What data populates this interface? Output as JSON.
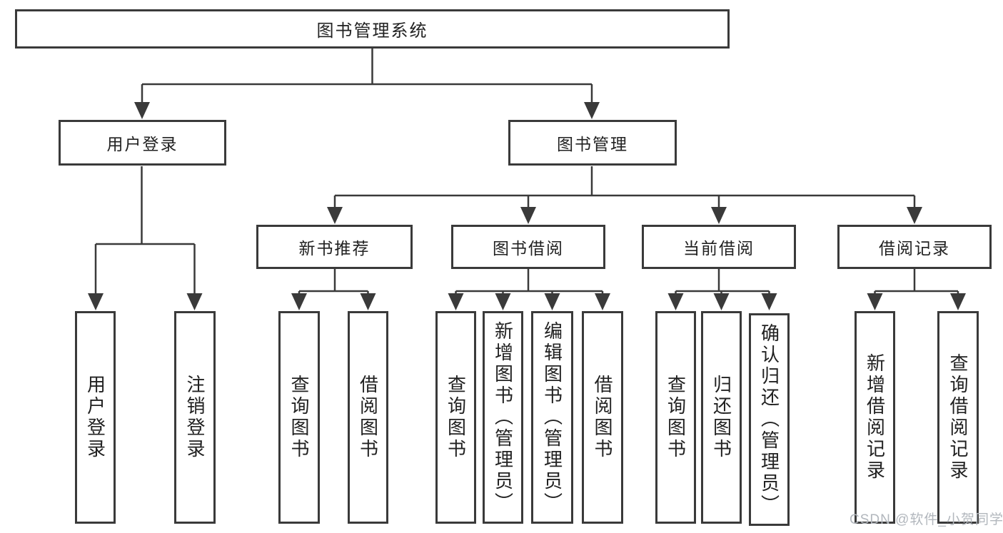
{
  "tree": {
    "root": "图书管理系统",
    "branches": [
      {
        "label": "用户登录",
        "children": [
          {
            "label": "用户登录"
          },
          {
            "label": "注销登录"
          }
        ]
      },
      {
        "label": "图书管理",
        "sections": [
          {
            "label": "新书推荐",
            "children": [
              {
                "label": "查询图书"
              },
              {
                "label": "借阅图书"
              }
            ]
          },
          {
            "label": "图书借阅",
            "children": [
              {
                "label": "查询图书"
              },
              {
                "label": "新增图书（管理员）"
              },
              {
                "label": "编辑图书（管理员）"
              },
              {
                "label": "借阅图书"
              }
            ]
          },
          {
            "label": "当前借阅",
            "children": [
              {
                "label": "查询图书"
              },
              {
                "label": "归还图书"
              },
              {
                "label": "确认归还（管理员）"
              }
            ]
          },
          {
            "label": "借阅记录",
            "children": [
              {
                "label": "新增借阅记录"
              },
              {
                "label": "查询借阅记录"
              }
            ]
          }
        ]
      }
    ]
  },
  "watermark": {
    "text": "CSDN @软件_小贺同学"
  },
  "colors": {
    "line": "#3a3a3a",
    "text": "#212121",
    "watermark": "#b2b7bd",
    "background": "#ffffff"
  }
}
